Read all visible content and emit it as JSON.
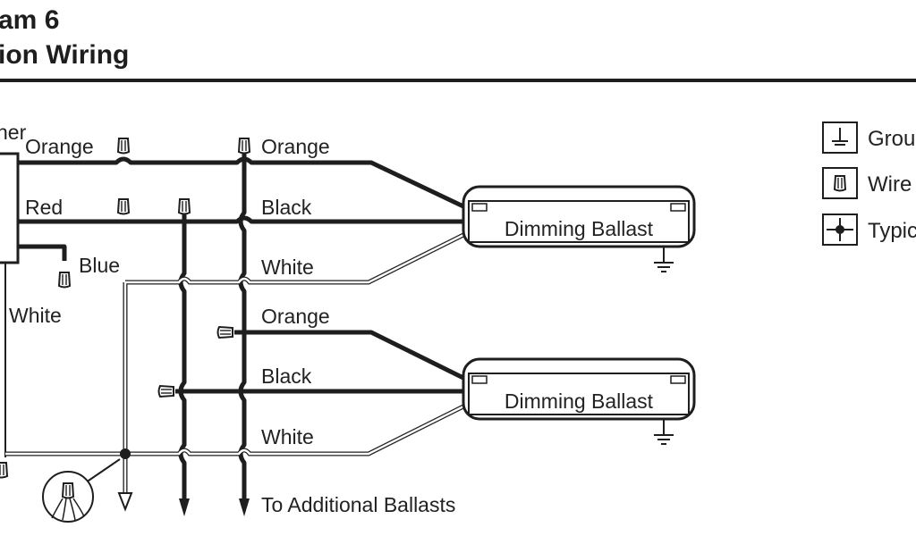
{
  "header": {
    "title_line1": "am 6",
    "title_line2": "ion Wiring"
  },
  "dimmer": {
    "label": "ner"
  },
  "wires": {
    "orange_left": "Orange",
    "red": "Red",
    "blue": "Blue",
    "white_left": "White",
    "orange_top": "Orange",
    "black_top": "Black",
    "white_top": "White",
    "orange_bottom": "Orange",
    "black_bottom": "Black",
    "white_bottom": "White"
  },
  "ballasts": [
    {
      "label": "Dimming Ballast"
    },
    {
      "label": "Dimming Ballast"
    }
  ],
  "bottom": {
    "additional_label": "To Additional Ballasts"
  },
  "legend": {
    "items": [
      {
        "label": "Groun",
        "icon": "ground-icon"
      },
      {
        "label": "Wire",
        "icon": "wire-nut-icon"
      },
      {
        "label": "Typica",
        "icon": "junction-icon"
      }
    ]
  }
}
